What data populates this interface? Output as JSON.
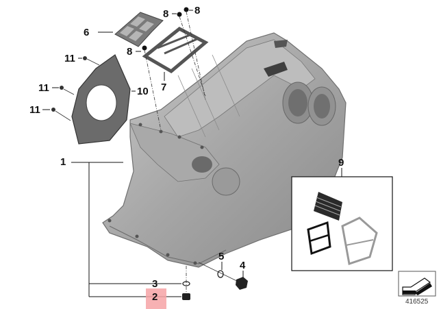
{
  "diagram": {
    "type": "exploded-parts-diagram",
    "subject": "transmission housing",
    "reference_number": "416525",
    "highlighted_callout": "2",
    "highlight_color": "#f6a3a6",
    "callouts": [
      {
        "id": "c1",
        "label": "1",
        "part": "housing"
      },
      {
        "id": "c2",
        "label": "2",
        "part": "screw plug"
      },
      {
        "id": "c3",
        "label": "3",
        "part": "seal ring"
      },
      {
        "id": "c4",
        "label": "4",
        "part": "screw plug"
      },
      {
        "id": "c5",
        "label": "5",
        "part": "seal ring"
      },
      {
        "id": "c6",
        "label": "6",
        "part": "filter screen"
      },
      {
        "id": "c7",
        "label": "7",
        "part": "frame"
      },
      {
        "id": "c8a",
        "label": "8",
        "part": "screw"
      },
      {
        "id": "c8b",
        "label": "8",
        "part": "screw"
      },
      {
        "id": "c8c",
        "label": "8",
        "part": "screw"
      },
      {
        "id": "c9",
        "label": "9",
        "part": "filter kit"
      },
      {
        "id": "c10",
        "label": "10",
        "part": "cover plate"
      },
      {
        "id": "c11a",
        "label": "11",
        "part": "screw"
      },
      {
        "id": "c11b",
        "label": "11",
        "part": "screw"
      },
      {
        "id": "c11c",
        "label": "11",
        "part": "screw"
      }
    ],
    "legend_icon": "view-direction-arrow-icon"
  }
}
